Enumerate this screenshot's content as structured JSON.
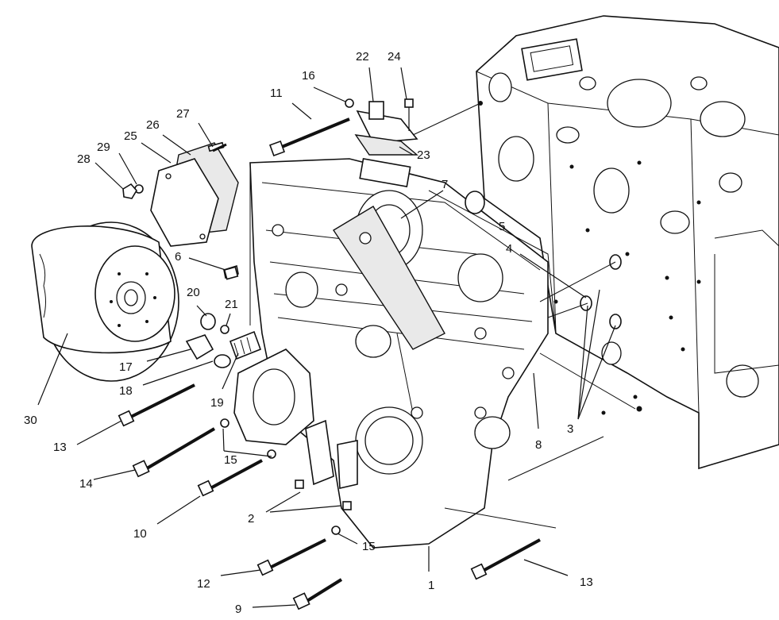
{
  "figure": {
    "callouts": [
      {
        "id": "1",
        "text": "1"
      },
      {
        "id": "2",
        "text": "2"
      },
      {
        "id": "3",
        "text": "3"
      },
      {
        "id": "4",
        "text": "4"
      },
      {
        "id": "5",
        "text": "5"
      },
      {
        "id": "6",
        "text": "6"
      },
      {
        "id": "7",
        "text": "7"
      },
      {
        "id": "8",
        "text": "8"
      },
      {
        "id": "9",
        "text": "9"
      },
      {
        "id": "10",
        "text": "10"
      },
      {
        "id": "11",
        "text": "11"
      },
      {
        "id": "12",
        "text": "12"
      },
      {
        "id": "13a",
        "text": "13"
      },
      {
        "id": "13b",
        "text": "13"
      },
      {
        "id": "14",
        "text": "14"
      },
      {
        "id": "15a",
        "text": "15"
      },
      {
        "id": "15b",
        "text": "15"
      },
      {
        "id": "16",
        "text": "16"
      },
      {
        "id": "17",
        "text": "17"
      },
      {
        "id": "18",
        "text": "18"
      },
      {
        "id": "19",
        "text": "19"
      },
      {
        "id": "20",
        "text": "20"
      },
      {
        "id": "21",
        "text": "21"
      },
      {
        "id": "22",
        "text": "22"
      },
      {
        "id": "23",
        "text": "23"
      },
      {
        "id": "24",
        "text": "24"
      },
      {
        "id": "25",
        "text": "25"
      },
      {
        "id": "26",
        "text": "26"
      },
      {
        "id": "27",
        "text": "27"
      },
      {
        "id": "28",
        "text": "28"
      },
      {
        "id": "29",
        "text": "29"
      },
      {
        "id": "30",
        "text": "30"
      }
    ]
  }
}
